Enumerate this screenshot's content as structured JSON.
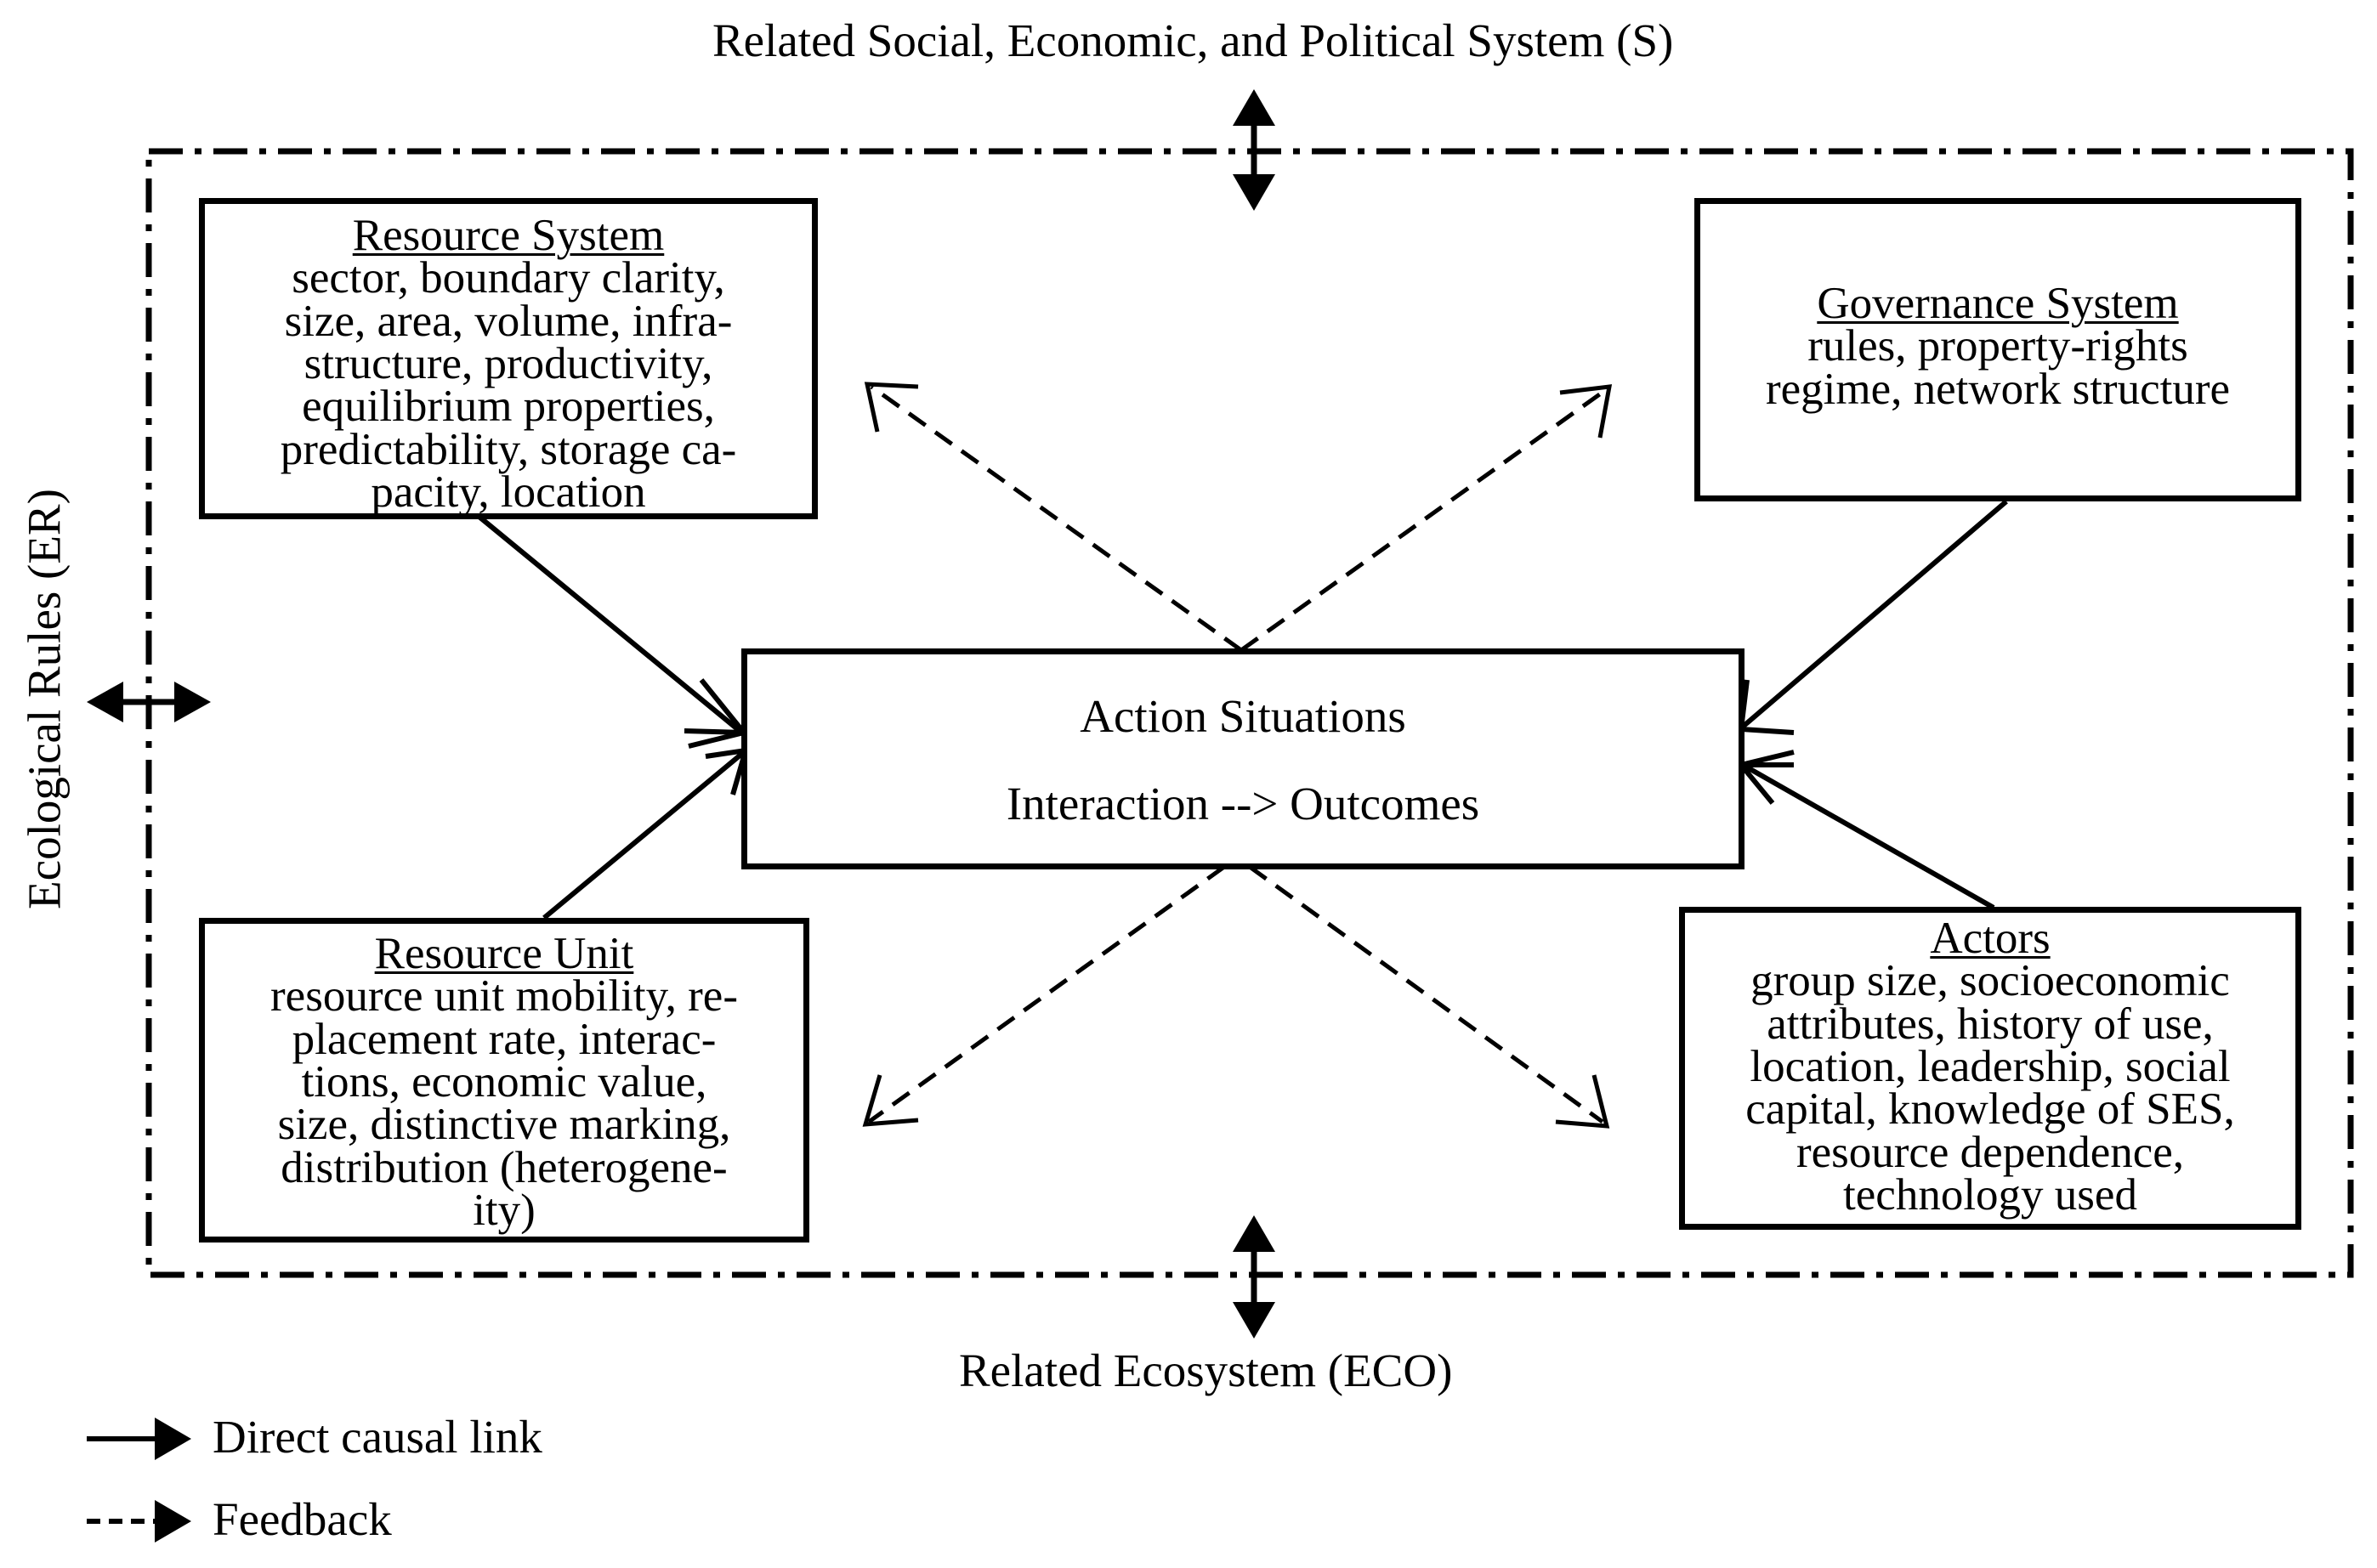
{
  "labels": {
    "top": "Related Social, Economic, and Political System (S)",
    "bottom": "Related Ecosystem (ECO)",
    "left": "Ecological Rules (ER)"
  },
  "boxes": {
    "resource_system": {
      "title": "Resource System",
      "body": "sector, boundary clarity,\nsize, area, volume, infra-\nstructure, productivity,\nequilibrium properties,\npredictability, storage ca-\npacity, location"
    },
    "governance_system": {
      "title": "Governance System",
      "body": "rules, property-rights\nregime, network structure"
    },
    "action_situations": {
      "line1": "Action Situations",
      "line2": "Interaction --> Outcomes"
    },
    "resource_unit": {
      "title": "Resource Unit",
      "body": "resource unit mobility, re-\nplacement rate, interac-\ntions, economic value,\nsize, distinctive marking,\ndistribution (heterogene-\nity)"
    },
    "actors": {
      "title": "Actors",
      "body": "group size, socioeconomic\nattributes, history of use,\nlocation, leadership, social\ncapital, knowledge of SES,\nresource dependence,\ntechnology used"
    }
  },
  "legend": {
    "direct": "Direct causal link",
    "feedback": "Feedback"
  },
  "style": {
    "stroke": "#000000",
    "background": "#ffffff"
  }
}
